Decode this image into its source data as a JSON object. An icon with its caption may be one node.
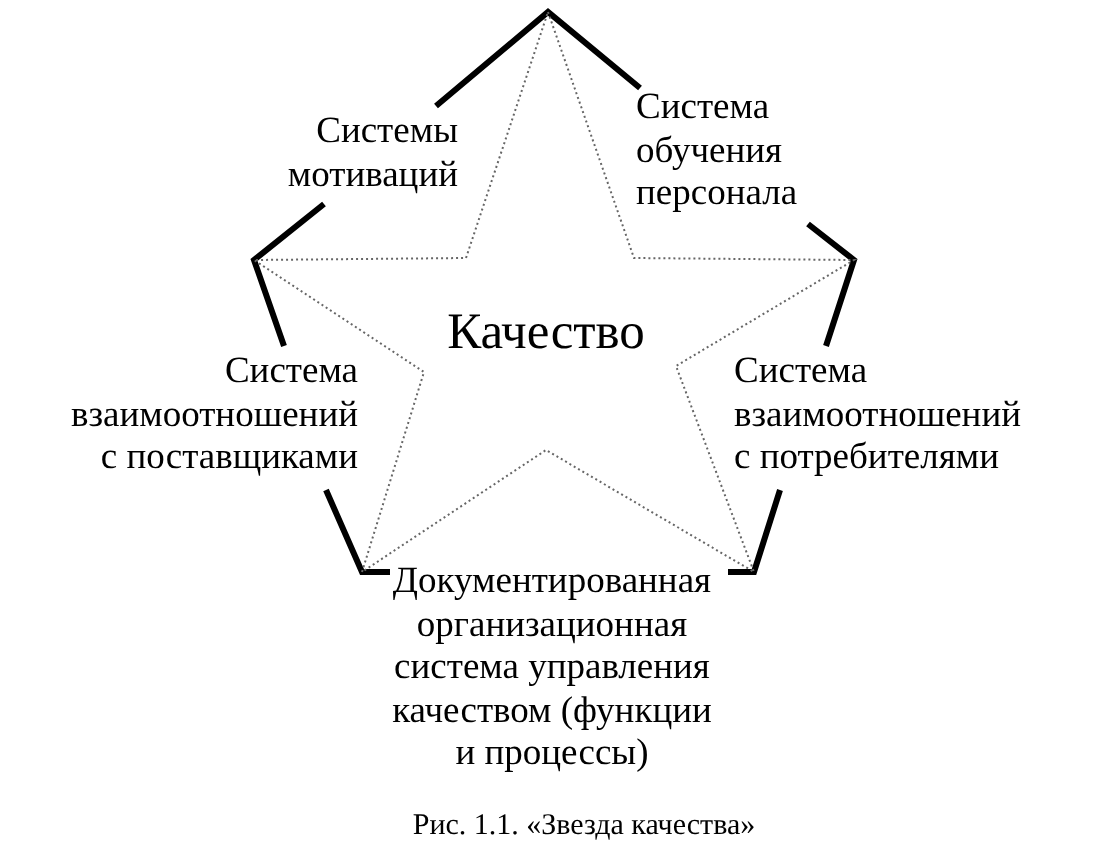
{
  "diagram": {
    "caption": "Рис. 1.1. «Звезда качества»",
    "nodes": [
      {
        "text": [
          "Качество"
        ]
      }
    ],
    "labels": [
      "Системы мотиваций",
      "Система обучения персонала",
      "Система взаимоотношений с поставщиками",
      "Система взаимоотношений с потребителями",
      "Документированная организационная система управления качеством (функции и процессы)"
    ]
  }
}
